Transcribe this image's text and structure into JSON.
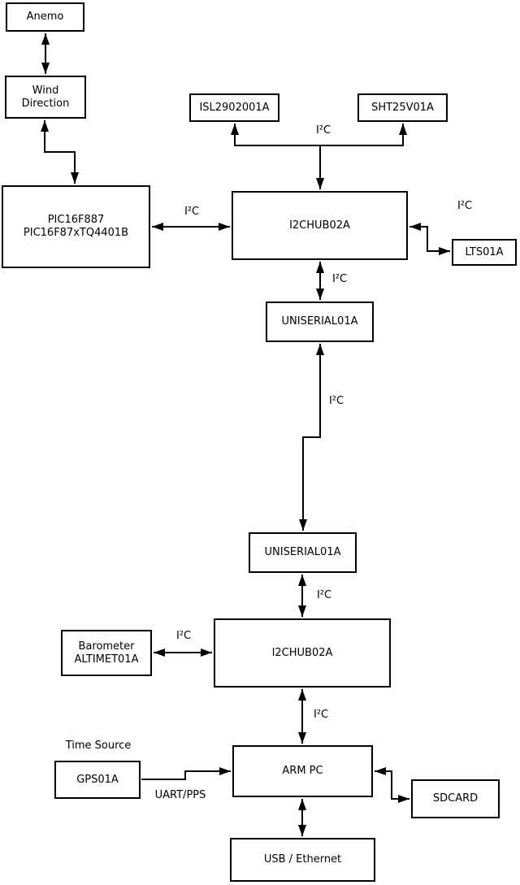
{
  "diagram": {
    "background_color": "#ffffff",
    "line_color": "#000000",
    "nodes": {
      "anemo": {
        "lines": [
          "Anemo"
        ]
      },
      "wind_direction": {
        "lines": [
          "Wind",
          "Direction"
        ]
      },
      "pic": {
        "lines": [
          "PIC16F887",
          "PIC16F87xTQ4401B"
        ]
      },
      "isl2902001a": {
        "lines": [
          "ISL2902001A"
        ]
      },
      "sht25v01a": {
        "lines": [
          "SHT25V01A"
        ]
      },
      "i2chub_top": {
        "lines": [
          "I2CHUB02A"
        ]
      },
      "lts01a": {
        "lines": [
          "LTS01A"
        ]
      },
      "uniserial_top": {
        "lines": [
          "UNISERIAL01A"
        ]
      },
      "uniserial_bottom": {
        "lines": [
          "UNISERIAL01A"
        ]
      },
      "i2chub_bottom": {
        "lines": [
          "I2CHUB02A"
        ]
      },
      "barometer": {
        "lines": [
          "Barometer",
          "ALTIMET01A"
        ]
      },
      "gps01a": {
        "lines": [
          "GPS01A"
        ]
      },
      "arm_pc": {
        "lines": [
          "ARM PC"
        ]
      },
      "sdcard": {
        "lines": [
          "SDCARD"
        ]
      },
      "usb_ethernet": {
        "lines": [
          "USB / Ethernet"
        ]
      }
    },
    "labels": {
      "i2c_sensor_bus": "I²C",
      "i2c_pic_hub": "I²C",
      "i2c_hub_lts": "I²C",
      "i2c_hub_uniserial": "I²C",
      "i2c_uniserial_link": "I²C",
      "i2c_uniserial_hub2": "I²C",
      "i2c_barometer": "I²C",
      "i2c_hub2_arm": "I²C",
      "time_source": "Time Source",
      "uart_pps": "UART/PPS"
    },
    "edges": [
      {
        "from": "Anemo",
        "to": "Wind Direction",
        "direction": "both",
        "label": ""
      },
      {
        "from": "Wind Direction",
        "to": "PIC16F887 PIC16F87xTQ4401B",
        "direction": "both",
        "label": ""
      },
      {
        "from": "PIC16F887 PIC16F87xTQ4401B",
        "to": "I2CHUB02A (top)",
        "direction": "both",
        "label": "I²C"
      },
      {
        "from": "I2CHUB02A (top)",
        "to": "ISL2902001A",
        "direction": "to",
        "label": "I²C"
      },
      {
        "from": "I2CHUB02A (top)",
        "to": "SHT25V01A",
        "direction": "to",
        "label": "I²C"
      },
      {
        "from": "I2CHUB02A (top)",
        "to": "LTS01A",
        "direction": "both",
        "label": "I²C"
      },
      {
        "from": "I2CHUB02A (top)",
        "to": "UNISERIAL01A (top)",
        "direction": "both",
        "label": "I²C"
      },
      {
        "from": "UNISERIAL01A (top)",
        "to": "UNISERIAL01A (bottom)",
        "direction": "both",
        "label": "I²C"
      },
      {
        "from": "UNISERIAL01A (bottom)",
        "to": "I2CHUB02A (bottom)",
        "direction": "both",
        "label": "I²C"
      },
      {
        "from": "Barometer ALTIMET01A",
        "to": "I2CHUB02A (bottom)",
        "direction": "both",
        "label": "I²C"
      },
      {
        "from": "I2CHUB02A (bottom)",
        "to": "ARM PC",
        "direction": "both",
        "label": "I²C"
      },
      {
        "from": "GPS01A",
        "to": "ARM PC",
        "direction": "to",
        "label": "UART/PPS"
      },
      {
        "from": "ARM PC",
        "to": "SDCARD",
        "direction": "both",
        "label": ""
      },
      {
        "from": "ARM PC",
        "to": "USB / Ethernet",
        "direction": "both",
        "label": ""
      }
    ]
  }
}
